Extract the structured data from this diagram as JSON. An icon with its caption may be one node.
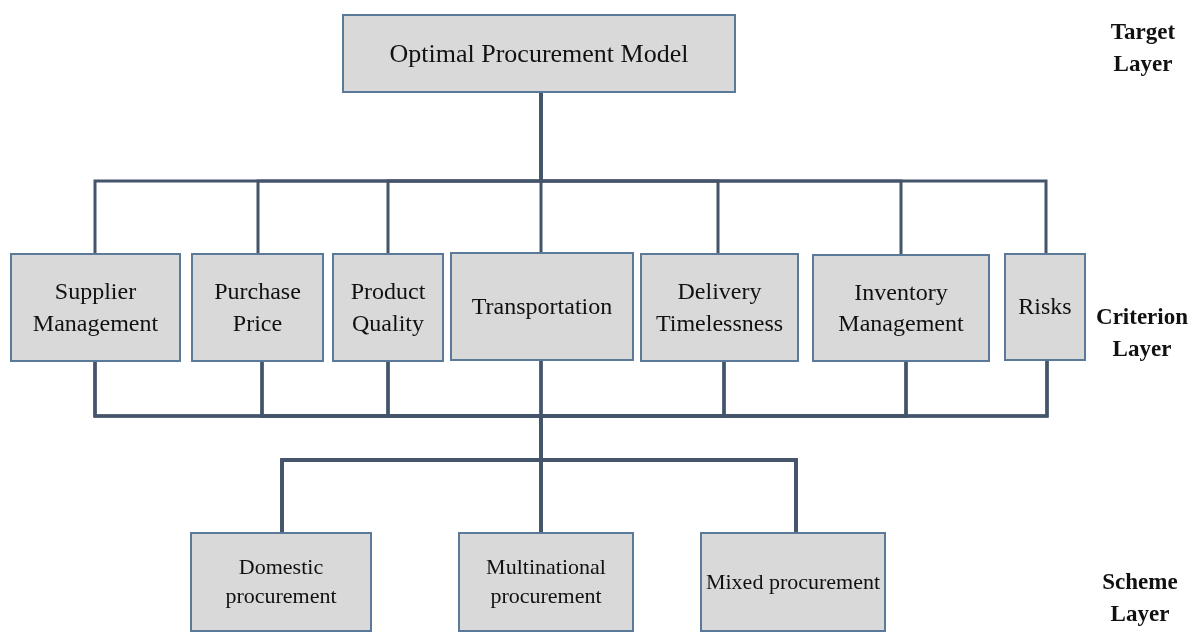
{
  "diagram": {
    "nodes": [
      {
        "text": [
          "Optimal Procurement Model"
        ]
      },
      {
        "text": [
          "Supplier Management"
        ]
      },
      {
        "text": [
          "Purchase Price"
        ]
      },
      {
        "text": [
          "Product Quality"
        ]
      },
      {
        "text": [
          "Transportation"
        ]
      },
      {
        "text": [
          "Delivery Timelessness"
        ]
      },
      {
        "text": [
          "Inventory Management"
        ]
      },
      {
        "text": [
          "Risks"
        ]
      },
      {
        "text": [
          "Domestic procurement"
        ]
      },
      {
        "text": [
          "Multinational procurement"
        ]
      },
      {
        "text": [
          "Mixed procurement"
        ]
      }
    ],
    "edges": [
      {
        "from": 0,
        "to": 1,
        "arrow": "none"
      },
      {
        "from": 0,
        "to": 2,
        "arrow": "none"
      },
      {
        "from": 0,
        "to": 3,
        "arrow": "none"
      },
      {
        "from": 0,
        "to": 4,
        "arrow": "none"
      },
      {
        "from": 0,
        "to": 5,
        "arrow": "none"
      },
      {
        "from": 0,
        "to": 6,
        "arrow": "none"
      },
      {
        "from": 0,
        "to": 7,
        "arrow": "none"
      },
      {
        "from": 1,
        "to": 8,
        "arrow": "none"
      },
      {
        "from": 1,
        "to": 9,
        "arrow": "none"
      },
      {
        "from": 1,
        "to": 10,
        "arrow": "none"
      },
      {
        "from": 2,
        "to": 8,
        "arrow": "none"
      },
      {
        "from": 2,
        "to": 9,
        "arrow": "none"
      },
      {
        "from": 2,
        "to": 10,
        "arrow": "none"
      },
      {
        "from": 3,
        "to": 8,
        "arrow": "none"
      },
      {
        "from": 3,
        "to": 9,
        "arrow": "none"
      },
      {
        "from": 3,
        "to": 10,
        "arrow": "none"
      },
      {
        "from": 4,
        "to": 8,
        "arrow": "none"
      },
      {
        "from": 4,
        "to": 9,
        "arrow": "none"
      },
      {
        "from": 4,
        "to": 10,
        "arrow": "none"
      },
      {
        "from": 5,
        "to": 8,
        "arrow": "none"
      },
      {
        "from": 5,
        "to": 9,
        "arrow": "none"
      },
      {
        "from": 5,
        "to": 10,
        "arrow": "none"
      },
      {
        "from": 6,
        "to": 8,
        "arrow": "none"
      },
      {
        "from": 6,
        "to": 9,
        "arrow": "none"
      },
      {
        "from": 6,
        "to": 10,
        "arrow": "none"
      },
      {
        "from": 7,
        "to": 8,
        "arrow": "none"
      },
      {
        "from": 7,
        "to": 9,
        "arrow": "none"
      },
      {
        "from": 7,
        "to": 10,
        "arrow": "none"
      }
    ],
    "labels": [
      "Target Layer",
      "Criterion Layer",
      "Scheme Layer"
    ]
  }
}
